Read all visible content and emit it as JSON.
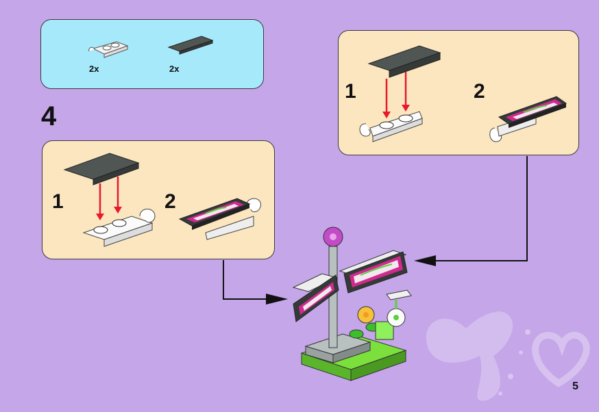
{
  "parts_list": {
    "items": [
      {
        "name": "white plate 1x2 with clip",
        "qty": "2x"
      },
      {
        "name": "dark grey tile 1x4",
        "qty": "2x"
      }
    ]
  },
  "step": {
    "number": "4",
    "left_substeps": [
      "1",
      "2"
    ],
    "right_substeps": [
      "1",
      "2"
    ]
  },
  "page": {
    "number": "5"
  },
  "colors": {
    "background": "#c4a6e9",
    "parts_panel": "#a6e9fa",
    "substep_panel": "#fbe6bf",
    "arrow_red": "#e8192c",
    "tile_dark": "#4f5654",
    "sign_magenta": "#d02a8e",
    "flower_purple": "#c34bc8",
    "base_green": "#7ce03c"
  }
}
